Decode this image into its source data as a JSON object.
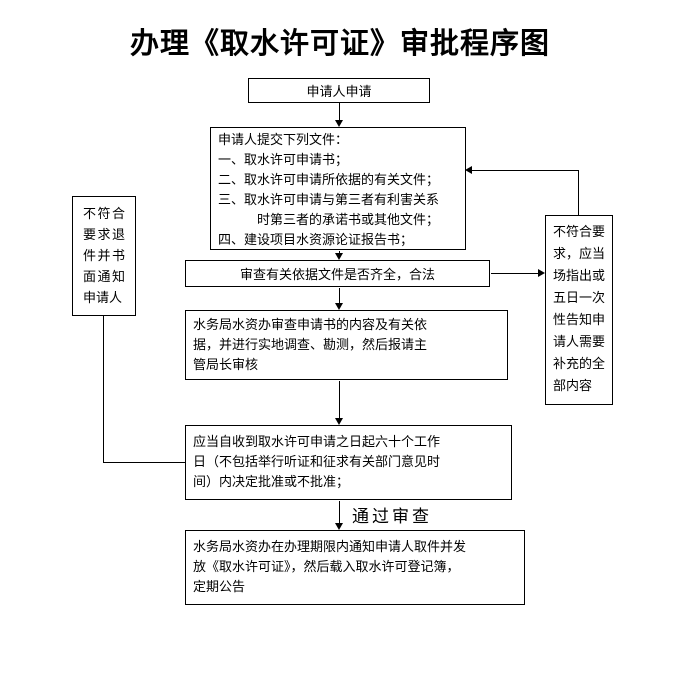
{
  "title": "办理《取水许可证》审批程序图",
  "colors": {
    "line": "#000000",
    "background": "#ffffff",
    "text": "#000000"
  },
  "flowchart": {
    "apply": "申请人申请",
    "submit_lines": [
      "申请人提交下列文件：",
      "一、取水许可申请书；",
      "二、取水许可申请所依据的有关文件；",
      "三、取水许可申请与第三者有利害关系",
      "　　　时第三者的承诺书或其他文件；",
      "四、建设项目水资源论证报告书；"
    ],
    "review": "审查有关依据文件是否齐全，合法",
    "reject_return": "不符合要求退件并书面通知申请人",
    "supplement_notice": "不符合要求，应当场指出或五日一次性告知申请人需要补充的全部内容",
    "investigate_lines": [
      "水务局水资办审查申请书的内容及有关依",
      "据，并进行实地调查、勘测，然后报请主",
      "管局长审核"
    ],
    "decision_lines": [
      "应当自收到取水许可申请之日起六十个工作",
      "日（不包括举行听证和征求有关部门意见时",
      "间）内决定批准或不批准；"
    ],
    "pass_label": "通过审查",
    "issue_lines": [
      "水务局水资办在办理期限内通知申请人取件并发",
      "放《取水许可证》，然后载入取水许可登记簿，",
      "定期公告"
    ]
  }
}
